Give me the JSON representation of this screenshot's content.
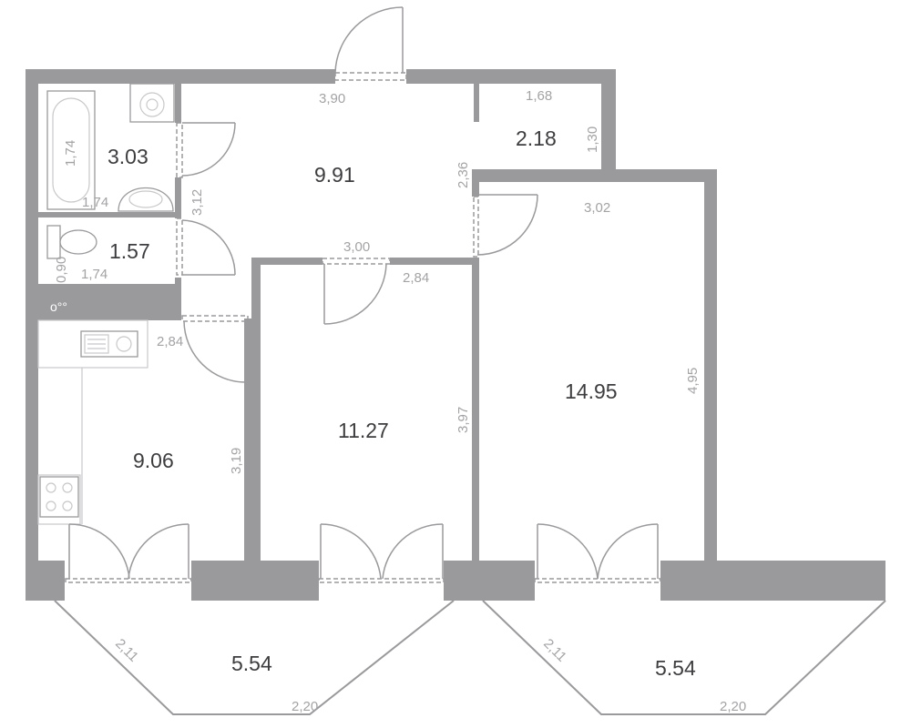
{
  "rooms": [
    {
      "id": "bathroom",
      "area": "3.03"
    },
    {
      "id": "toilet",
      "area": "1.57"
    },
    {
      "id": "hallway",
      "area": "9.91"
    },
    {
      "id": "storage",
      "area": "2.18"
    },
    {
      "id": "kitchen",
      "area": "9.06"
    },
    {
      "id": "bedroom",
      "area": "11.27"
    },
    {
      "id": "living",
      "area": "14.95"
    },
    {
      "id": "balcony-left",
      "area": "5.54"
    },
    {
      "id": "balcony-right",
      "area": "5.54"
    }
  ],
  "dimensions": {
    "bath_height": "1,74",
    "bath_width": "1,74",
    "toilet_height": "0,90",
    "toilet_width": "1,74",
    "wet_zone_height": "3,12",
    "hall_top": "3,90",
    "hall_right": "2,36",
    "hall_bottom": "3,00",
    "storage_top": "1,68",
    "storage_right": "1,30",
    "living_top": "3,02",
    "living_right": "4,95",
    "bedroom_top": "2,84",
    "bedroom_right": "3,97",
    "kitchen_top": "2,84",
    "kitchen_right": "3,19",
    "balcony_left_side": "2,11",
    "balcony_left_bottom": "2,20",
    "balcony_right_side": "2,11",
    "balcony_right_bottom": "2,20"
  },
  "fixtures": {
    "vent_symbol": "o°°"
  }
}
